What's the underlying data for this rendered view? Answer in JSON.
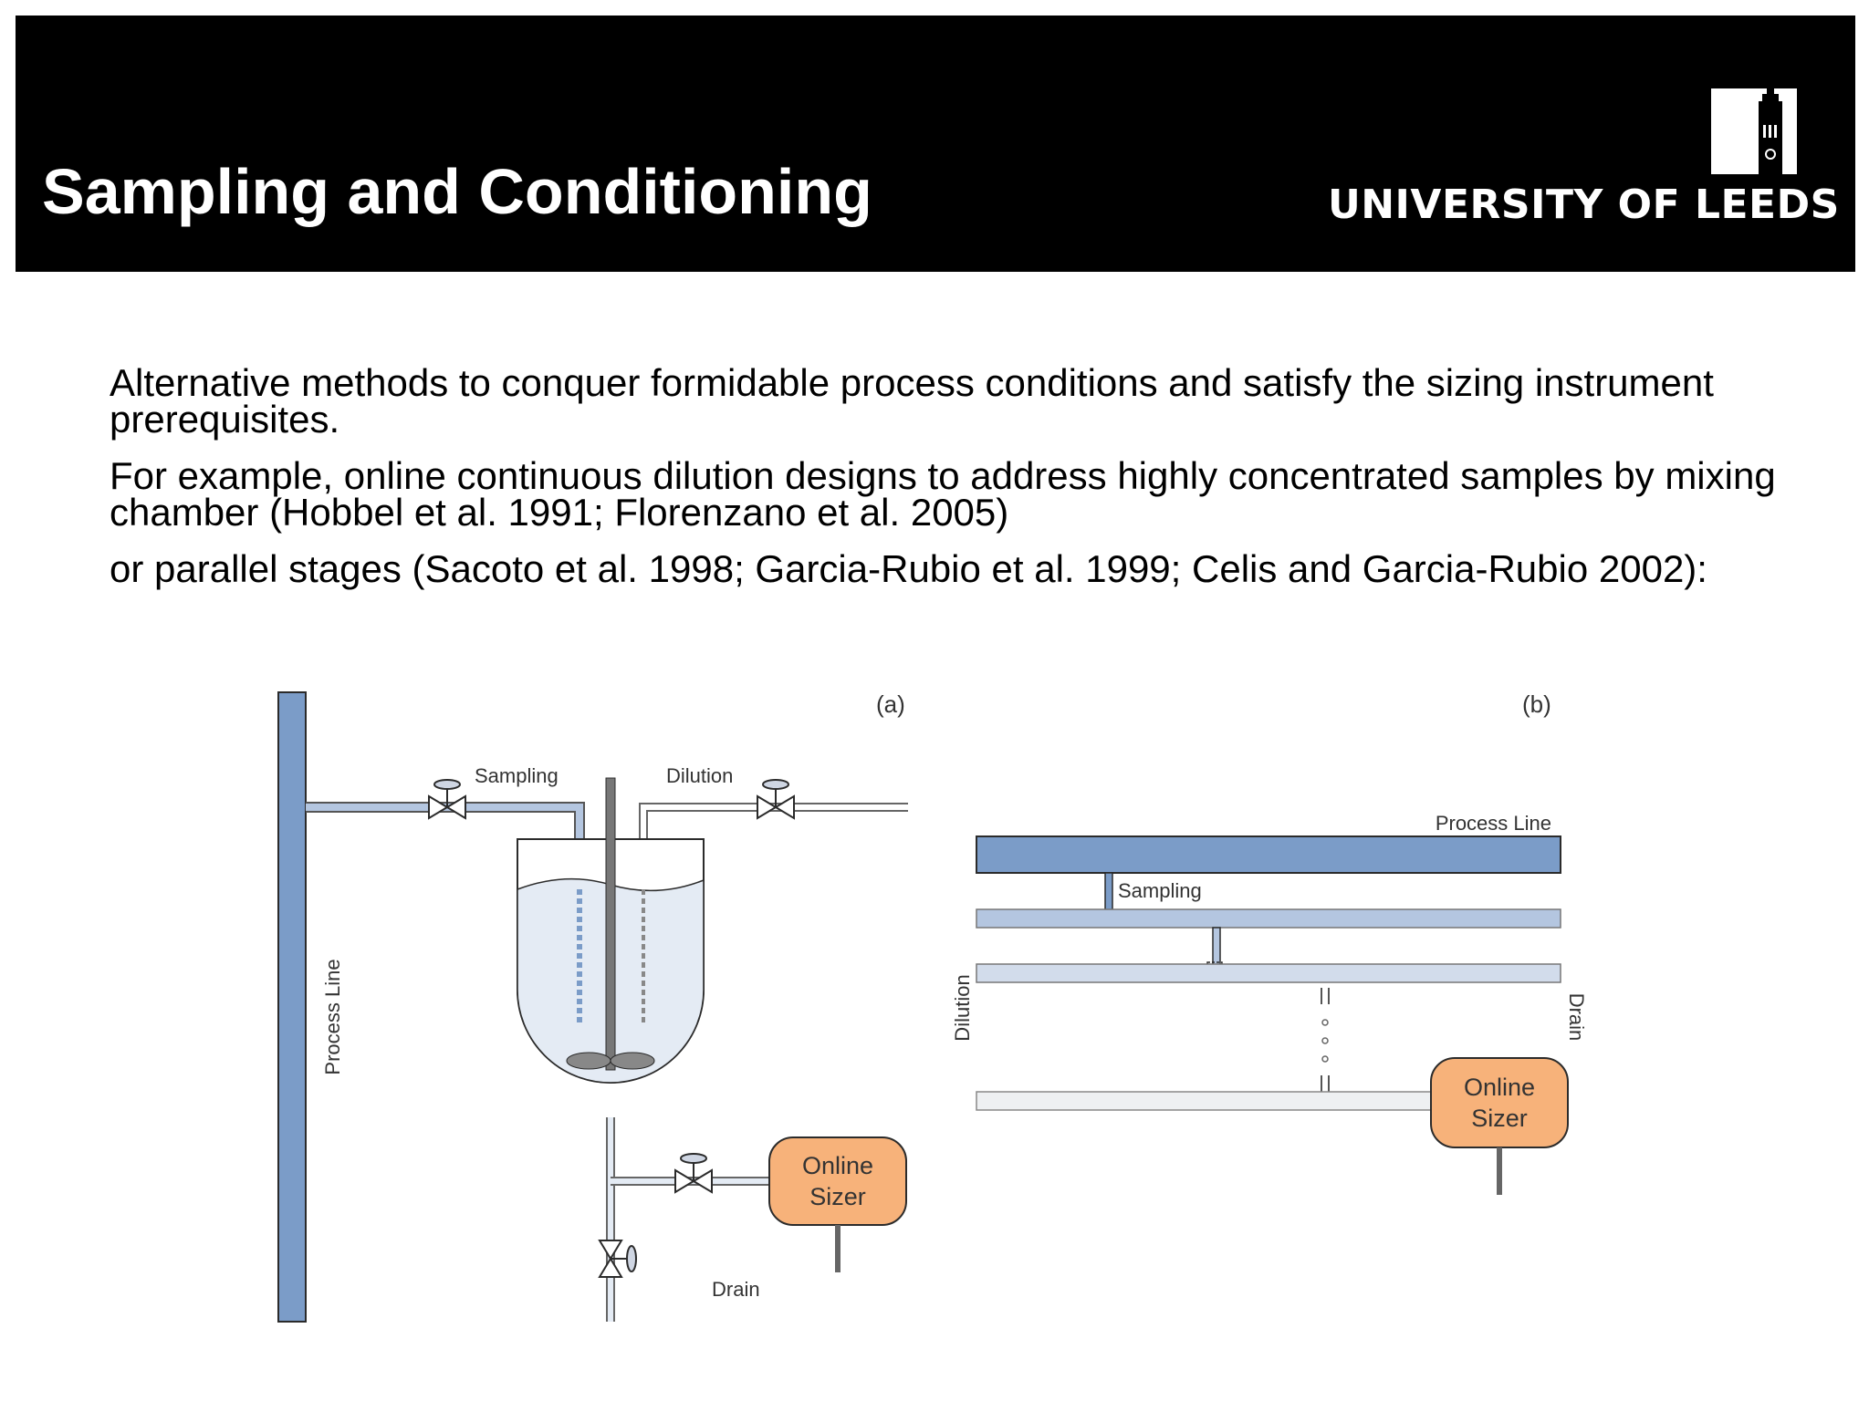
{
  "header": {
    "title": "Sampling and Conditioning",
    "logo_text": "UNIVERSITY OF LEEDS",
    "logo_icon": "tower-icon"
  },
  "body": {
    "paragraphs": [
      "Alternative methods to conquer formidable process conditions and satisfy the sizing instrument prerequisites.",
      "For example, online continuous dilution designs to address highly concentrated samples by mixing chamber (Hobbel et al. 1991; Florenzano et al. 2005)",
      "or parallel stages (Sacoto et al. 1998; Garcia-Rubio et al. 1999; Celis and Garcia-Rubio 2002):"
    ]
  },
  "figure": {
    "panel_a": {
      "tag": "(a)",
      "process_line": "Process Line",
      "sampling": "Sampling",
      "dilution": "Dilution",
      "sizer_line1": "Online",
      "sizer_line2": "Sizer",
      "drain": "Drain"
    },
    "panel_b": {
      "tag": "(b)",
      "process_line": "Process Line",
      "sampling": "Sampling",
      "dilution": "Dilution",
      "drain": "Drain",
      "sizer_line1": "Online",
      "sizer_line2": "Sizer"
    },
    "colors": {
      "process_blue": "#7b9cc8",
      "light_blue": "#b4c6e0",
      "lighter_blue": "#d2dceb",
      "liquid": "#e4ebf4",
      "sizer_orange": "#f7b27a",
      "outline": "#2b2b2b"
    }
  }
}
